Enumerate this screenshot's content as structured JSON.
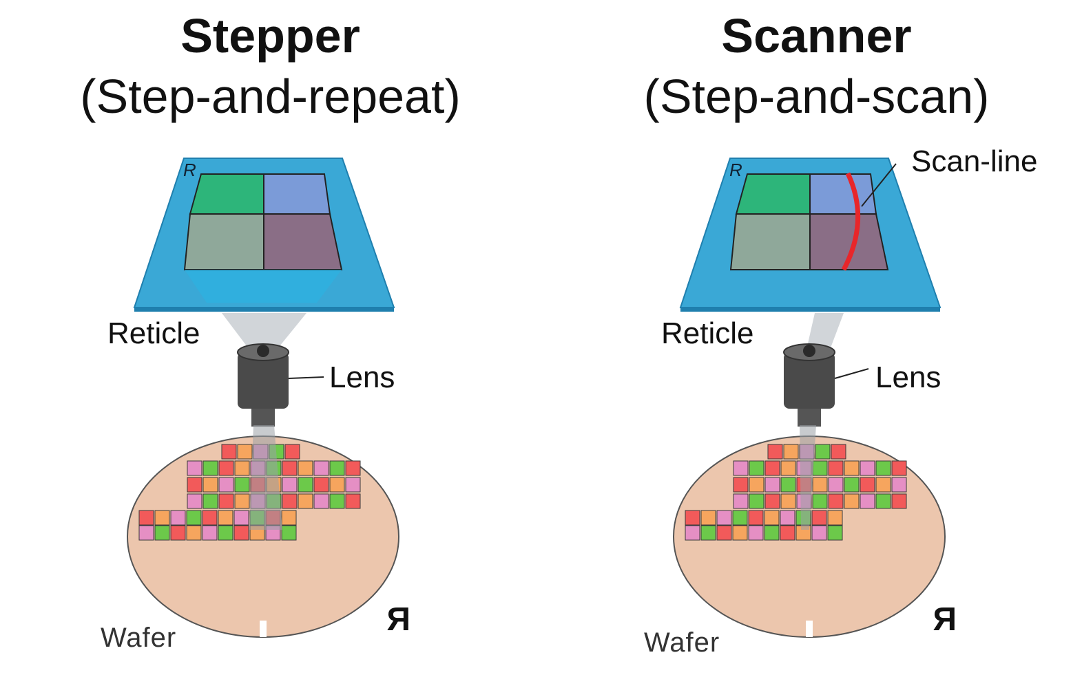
{
  "stepper": {
    "title": "Stepper",
    "subtitle": "(Step-and-repeat)",
    "reticle_label": "Reticle",
    "lens_label": "Lens",
    "wafer_label": "Wafer",
    "reticle_mark": "R",
    "wafer_mark": "R"
  },
  "scanner": {
    "title": "Scanner",
    "subtitle": "(Step-and-scan)",
    "reticle_label": "Reticle",
    "lens_label": "Lens",
    "wafer_label": "Wafer",
    "scanline_label": "Scan-line",
    "reticle_mark": "R",
    "wafer_mark": "R"
  },
  "colors": {
    "reticle_frame": "#3aa8d6",
    "quad_green": "#2db57a",
    "quad_blue": "#7b9bd8",
    "quad_gray": "#8fa89a",
    "quad_purple": "#8a6e86",
    "wafer": "#ecc6ad",
    "scan_line": "#e8262a",
    "die_red": "#f25a5a",
    "die_orange": "#f6a55e",
    "die_pink": "#e58fc4",
    "die_green": "#6cc94a"
  }
}
